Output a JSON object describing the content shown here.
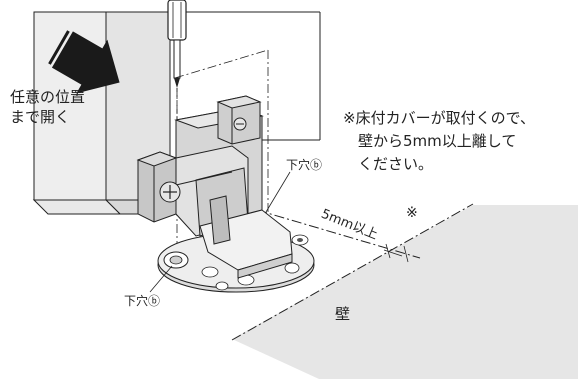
{
  "instruction": {
    "line1": "任意の位置",
    "line2": "まで開く"
  },
  "pilot_hole_label_upper": "下穴ⓑ",
  "pilot_hole_label_lower": "下穴ⓑ",
  "note": {
    "line1": "※床付カバーが取付くので、",
    "line2": "壁から5mm以上離して",
    "line3": "ください。"
  },
  "dimension": {
    "label": "5mm以上",
    "mark": "※"
  },
  "wall_label": "壁",
  "colors": {
    "line": "#222222",
    "wall_fill": "#e6e6e6",
    "door_fill": "#e9e9e9",
    "arrow": "#1a1a1a"
  },
  "icons": [
    "push-arrow-icon",
    "screwdriver-icon"
  ]
}
